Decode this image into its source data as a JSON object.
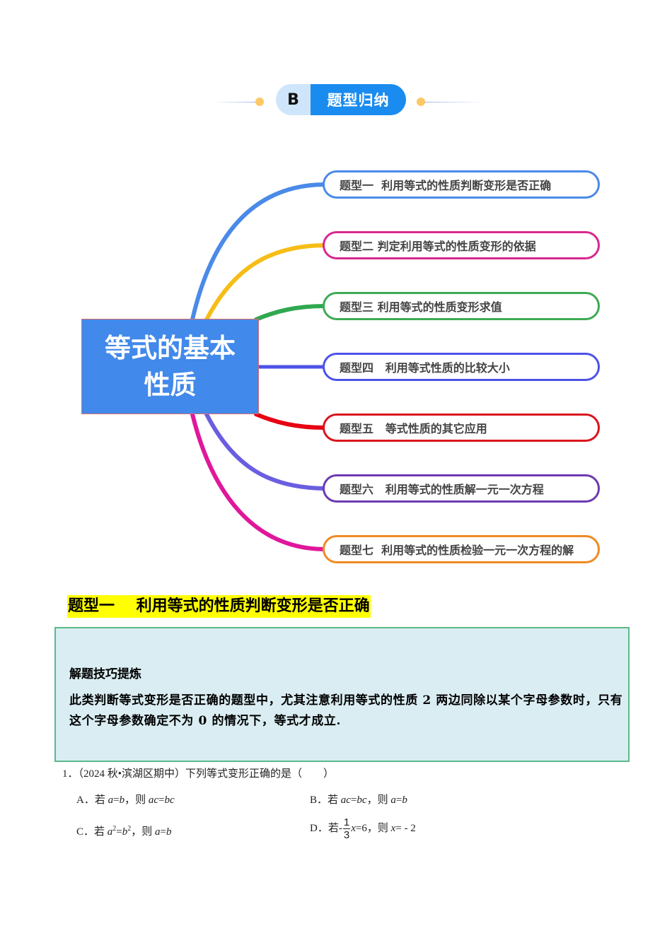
{
  "section_badge": {
    "letter": "B",
    "title": "题型归纳",
    "colors": {
      "letter_bg": "#cfe5fb",
      "title_bg": "#1a8cf0",
      "dot": "#fcc864"
    }
  },
  "mindmap": {
    "center": {
      "label": "等式的基本性质",
      "bg": "#4189ea"
    },
    "topics": [
      {
        "label": "题型一  利用等式的性质判断变形是否正确",
        "border": "#4a8ae8",
        "branch": "#4a8ae8"
      },
      {
        "label": "题型二 判定利用等式的性质变形的依据",
        "border": "#d8288f",
        "branch": "#f6bd16"
      },
      {
        "label": "题型三 利用等式的性质变形求值",
        "border": "#3eaa54",
        "branch": "#2fa84f"
      },
      {
        "label": "题型四   利用等式性质的比较大小",
        "border": "#4d52e8",
        "branch": "#4d52e8"
      },
      {
        "label": "题型五   等式性质的其它应用",
        "border": "#d9141e",
        "branch": "#e60012"
      },
      {
        "label": "题型六   利用等式的性质解一元一次方程",
        "border": "#6d3ab0",
        "branch": "#6a5ee0"
      },
      {
        "label": "题型七  利用等式的性质检验一元一次方程的解",
        "border": "#f08a24",
        "branch": "#e0179b"
      }
    ]
  },
  "section_heading": {
    "label": "题型一    利用等式的性质判断变形是否正确",
    "highlight": "#ffff00"
  },
  "tip_box": {
    "title": "解题技巧提炼",
    "body": "此类判断等式变形是否正确的题型中，尤其注意利用等式的性质 2 两边同除以某个字母参数时，只有这个字母参数确定不为 0 的情况下，等式才成立.",
    "border": "#5cb98a",
    "bg": "#daedf2"
  },
  "question": {
    "number": "1．",
    "source": "（2024 秋•滨湖区期中）",
    "stem": "下列等式变形正确的是（        ）",
    "options": [
      {
        "key": "A．",
        "text": "若 a=b，则 ac=bc"
      },
      {
        "key": "B．",
        "text": "若 ac=bc，则 a=b"
      },
      {
        "key": "C．",
        "text": "若 a²=b²，则 a=b"
      },
      {
        "key": "D．",
        "text": "若 -1/3 x=6，则 x= - 2",
        "frac_num": "1",
        "frac_den": "3"
      }
    ]
  }
}
